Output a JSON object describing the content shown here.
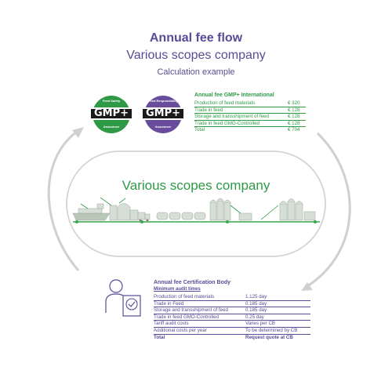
{
  "header": {
    "title": "Annual fee flow",
    "subtitle": "Various scopes company",
    "caption": "Calculation example"
  },
  "logos": {
    "green": {
      "band": "GMP+",
      "top": "Feed Safety",
      "bottom": "Assurance",
      "color": "#2e9a46"
    },
    "purple": {
      "band": "GMP+",
      "top": "Feed Responsibility",
      "bottom": "Assurance",
      "color": "#6a4c9c"
    }
  },
  "gmp_fee": {
    "title": "Annual fee GMP+ International",
    "rows": [
      {
        "label": "Production of feed materials",
        "value": "€ 320"
      },
      {
        "label": "Trade in feed",
        "value": "€ 128"
      },
      {
        "label": "Storage and transshipment of feed",
        "value": "€ 128"
      },
      {
        "label": "Trade in feed GMO-Controlled",
        "value": "€ 128"
      },
      {
        "label": "Total",
        "value": "€ 704"
      }
    ]
  },
  "company": {
    "label": "Various scopes company"
  },
  "cb_fee": {
    "title": "Annual fee Certification Body",
    "subtitle": "Minimum audit times",
    "rows": [
      {
        "label": "Production of feed materials",
        "value": "1.125 day"
      },
      {
        "label": "Trade in Feed",
        "value": "0.185 day"
      },
      {
        "label": "Storage and transshipment of feed",
        "value": "0.185 day"
      },
      {
        "label": "Trade in feed GMO-Controlled",
        "value": "0.25 day"
      },
      {
        "label": "Tariff audit costs",
        "value": "Varies per CB"
      },
      {
        "label": "Additional costs per year",
        "value": "To be determined by CB"
      },
      {
        "label": "Total",
        "value": "Request quote at CB"
      }
    ]
  },
  "colors": {
    "purple": "#5b4a97",
    "green": "#2e9a46",
    "arrow": "#cfcfcf",
    "ellipse": "#d4d4d4"
  }
}
